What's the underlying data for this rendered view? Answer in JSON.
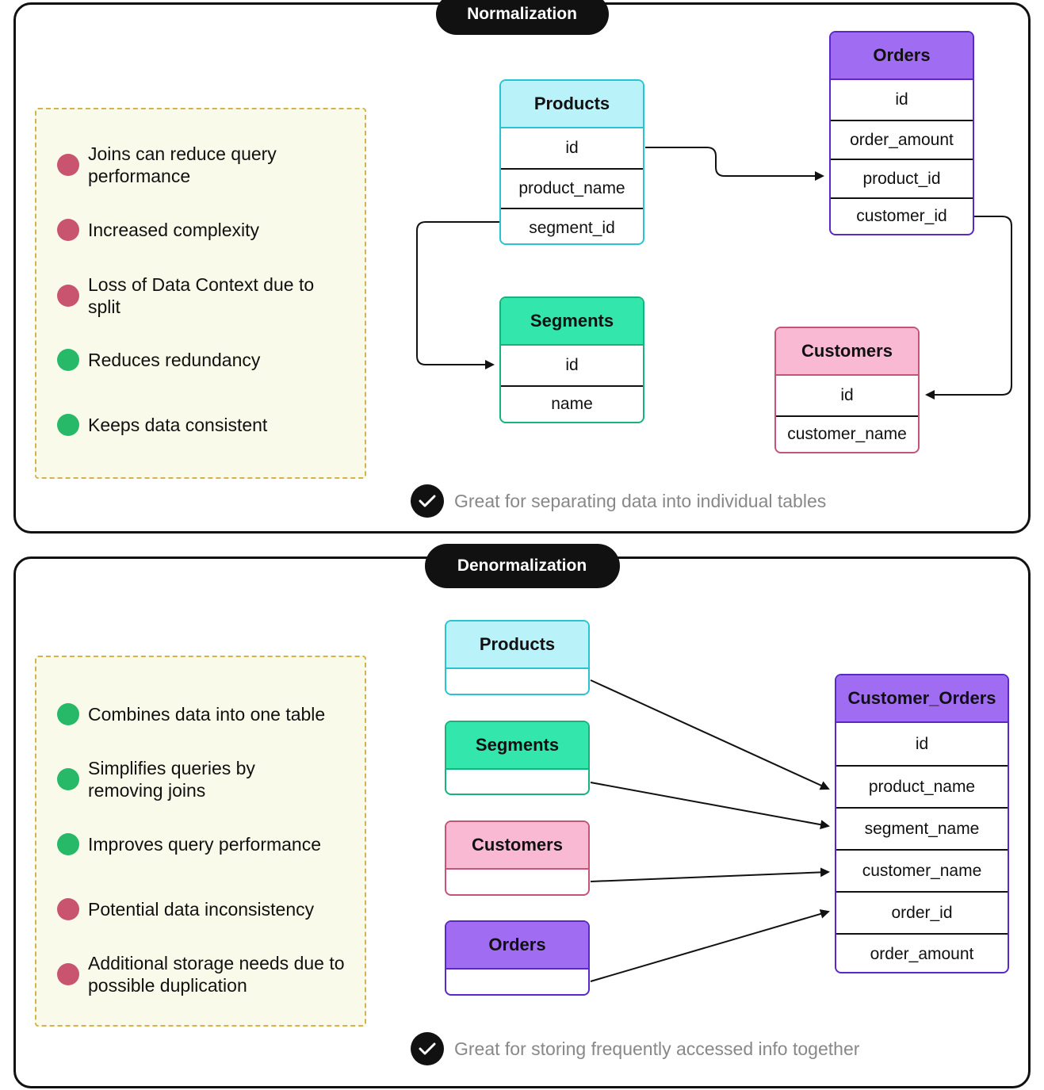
{
  "normalization": {
    "title": "Normalization",
    "notes": [
      {
        "text": "Joins can reduce query performance",
        "status": "negative"
      },
      {
        "text": "Increased complexity",
        "status": "negative"
      },
      {
        "text": "Loss of Data Context due to split",
        "status": "negative"
      },
      {
        "text": "Reduces redundancy",
        "status": "positive"
      },
      {
        "text": "Keeps data consistent",
        "status": "positive"
      }
    ],
    "tables": {
      "products": {
        "name": "Products",
        "fields": [
          "id",
          "product_name",
          "segment_id"
        ]
      },
      "orders": {
        "name": "Orders",
        "fields": [
          "id",
          "order_amount",
          "product_id",
          "customer_id"
        ]
      },
      "segments": {
        "name": "Segments",
        "fields": [
          "id",
          "name"
        ]
      },
      "customers": {
        "name": "Customers",
        "fields": [
          "id",
          "customer_name"
        ]
      }
    },
    "footer": "Great for separating data into individual tables"
  },
  "denormalization": {
    "title": "Denormalization",
    "notes": [
      {
        "text": "Combines data into one table",
        "status": "positive"
      },
      {
        "text": "Simplifies queries by removing joins",
        "status": "positive"
      },
      {
        "text": "Improves query performance",
        "status": "positive"
      },
      {
        "text": "Potential data inconsistency",
        "status": "negative"
      },
      {
        "text": "Additional storage needs due to possible duplication",
        "status": "negative"
      }
    ],
    "sources": {
      "products": "Products",
      "segments": "Segments",
      "customers": "Customers",
      "orders": "Orders"
    },
    "target": {
      "name": "Customer_Orders",
      "fields": [
        "id",
        "product_name",
        "segment_name",
        "customer_name",
        "order_id",
        "order_amount"
      ]
    },
    "footer": "Great for storing frequently accessed info together"
  },
  "colors": {
    "negative_dot": "#c9546f",
    "positive_dot": "#27b868",
    "products": "#b9f3f9",
    "segments": "#33e6ac",
    "customers": "#f9b9d2",
    "orders": "#a06cf2",
    "notes_background": "#fafaea"
  },
  "icons": [
    "check-icon",
    "arrow-icon"
  ]
}
